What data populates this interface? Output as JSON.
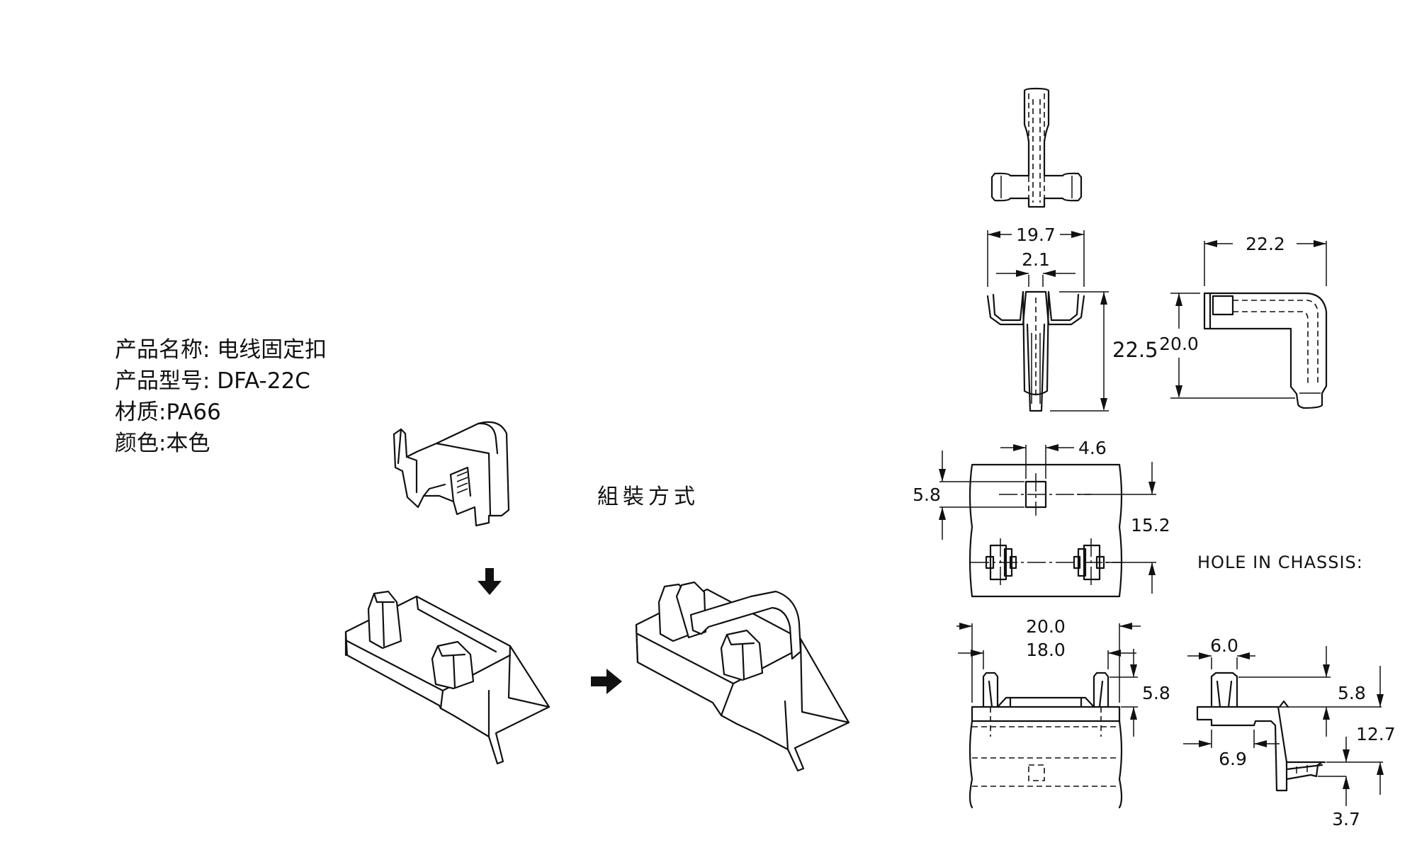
{
  "product": {
    "name_line": "产品名称:  电线固定扣",
    "model_line": "产品型号: DFA-22C",
    "material_line": "材质:PA66",
    "color_line": "颜色:本色"
  },
  "assembly": {
    "caption": "組裝方式"
  },
  "chassis": {
    "hole_label": "HOLE IN CHASSIS:"
  },
  "dimensions": {
    "front_width": "19.7",
    "slot_width": "2.1",
    "front_height": "22.5",
    "side_width": "22.2",
    "side_height": "20.0",
    "hole_width": "4.6",
    "hole_height": "5.8",
    "hole_spacing": "15.2",
    "outer_span": "20.0",
    "inner_span": "18.0",
    "post_height_a": "5.8",
    "tip_width": "6.0",
    "post_height_b": "5.8",
    "base_width": "6.9",
    "total_height": "12.7",
    "foot_height": "3.7"
  }
}
